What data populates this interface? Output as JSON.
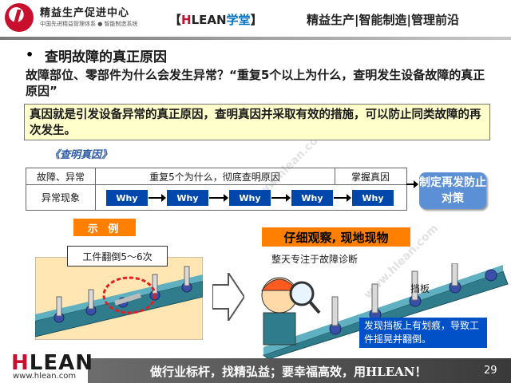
{
  "header": {
    "brand_title": "精益生产促进中心",
    "brand_sub": "中国先进精益管理体系 ● 智能制造系统",
    "mid_open": "【",
    "mid_h": "H",
    "mid_lean": "LEAN",
    "mid_xt": "学堂",
    "mid_close": "】",
    "right": "精益生产|智能制造|管理前沿"
  },
  "content": {
    "bullet": "•",
    "heading": "查明故障的真正原因",
    "question": "故障部位、零部件为什么会发生异常？“重复5个以上为什么，查明发生设备故障的真正原因”",
    "note": "真因就是引发设备异常的真正原因，查明真因并采取有效的措施，可以防止同类故障的再次发生。",
    "find_cause": "《查明真因》"
  },
  "table": {
    "h1": "故障、异常",
    "h2": "重复5个为什么，彻底查明原因",
    "h3": "掌握真因",
    "row_label": "异常现象",
    "why_labels": [
      "Why",
      "Why",
      "Why",
      "Why",
      "Why"
    ],
    "action": "制定再发防止对策"
  },
  "example": {
    "label": "示 例",
    "flip": "工件翻倒5～6次",
    "observe": "仔细观察, 现地现物",
    "focus": "整天专注于故障诊断",
    "baffle": "挡板",
    "finding": "发现挡板上有划痕，导致工件摇晃并翻倒。"
  },
  "footer": {
    "logo_h": "H",
    "logo_rest": "LEAN",
    "url": "www.hlean.com",
    "slogan": "做行业标杆，找精弘益；要幸福高效，用HLEAN！",
    "page": "29"
  },
  "colors": {
    "accent_red": "#c8102e",
    "why_blue": "#0047ab",
    "orange": "#ff7f00",
    "note_yellow": "#ffffcc"
  }
}
